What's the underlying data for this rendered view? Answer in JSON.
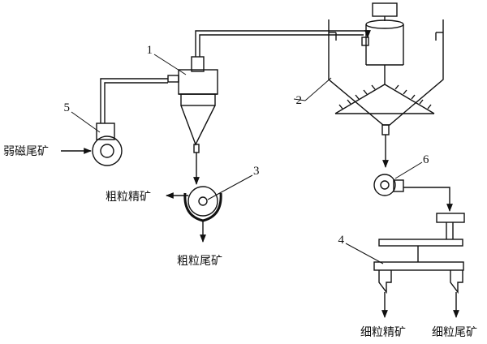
{
  "labels": {
    "weak_magnetic_tailings": "弱磁尾矿",
    "coarse_concentrate": "粗粒精矿",
    "coarse_tailings": "粗粒尾矿",
    "fine_concentrate": "细粒精矿",
    "fine_tailings": "细粒尾矿"
  },
  "numbers": {
    "n1": "1",
    "n2": "2",
    "n3": "3",
    "n4": "4",
    "n5": "5",
    "n6": "6"
  },
  "colors": {
    "stroke": "#111111",
    "background": "#ffffff"
  }
}
